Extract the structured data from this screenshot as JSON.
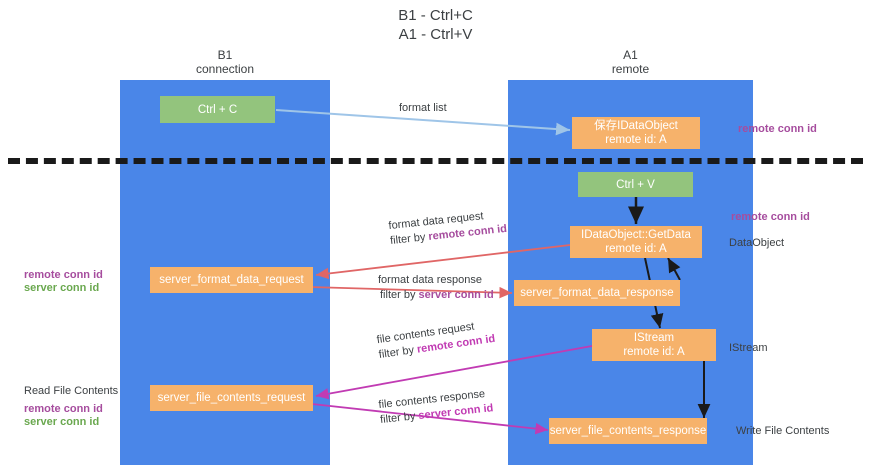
{
  "title": "B1 - Ctrl+C\nA1 - Ctrl+V",
  "columns": [
    {
      "name": "left-lane",
      "header": "B1\nconnection"
    },
    {
      "name": "right-lane",
      "header": "A1\nremote"
    }
  ],
  "nodes": {
    "ctrl_c": "Ctrl + C",
    "save_idataobject": "保存IDataObject\nremote id: A",
    "ctrl_v": "Ctrl + V",
    "idataobject_getdata": "IDataObject::GetData\nremote id: A",
    "server_format_data_request": "server_format_data_request",
    "server_format_data_response": "server_format_data_response",
    "istream": "IStream\nremote id: A",
    "server_file_contents_request": "server_file_contents_request",
    "server_file_contents_response": "server_file_contents_response"
  },
  "edges": {
    "format_list": "format list",
    "format_data_request": "format data request",
    "format_data_request_filter_prefix": "filter by ",
    "format_data_request_filter_value": "remote conn id",
    "format_data_response": "format data response",
    "format_data_response_filter_prefix": "filter by ",
    "format_data_response_filter_value": "server conn id",
    "file_contents_request": "file contents request",
    "file_contents_request_filter_prefix": "filter by ",
    "file_contents_request_filter_value": "remote conn id",
    "file_contents_response": "file contents response",
    "file_contents_response_filter_prefix": "filter by ",
    "file_contents_response_filter_value": "server conn id"
  },
  "annotations": {
    "right_remote_conn_id_top": "remote conn id",
    "right_remote_conn_id_mid": "remote conn id",
    "right_dataobject": "DataObject",
    "right_istream": "IStream",
    "right_write_file_contents": "Write File Contents",
    "left_remote_conn_id_mid": "remote conn id",
    "left_server_conn_id_mid": "server conn id",
    "left_read_file_contents": "Read File Contents",
    "left_remote_conn_id_bottom": "remote conn id",
    "left_server_conn_id_bottom": "server conn id"
  },
  "colors": {
    "lane": "#4a86e8",
    "node_green": "#93c47d",
    "node_orange": "#f6b26b",
    "arrow_blue": "#9fc5e8",
    "arrow_red": "#e06666",
    "arrow_magenta": "#c13bb3",
    "arrow_dark": "#1a1a1a",
    "divider": "#1a1a1a",
    "text": "#3c4043",
    "purple_label": "#a64d9e",
    "green_label": "#6aa84f"
  }
}
